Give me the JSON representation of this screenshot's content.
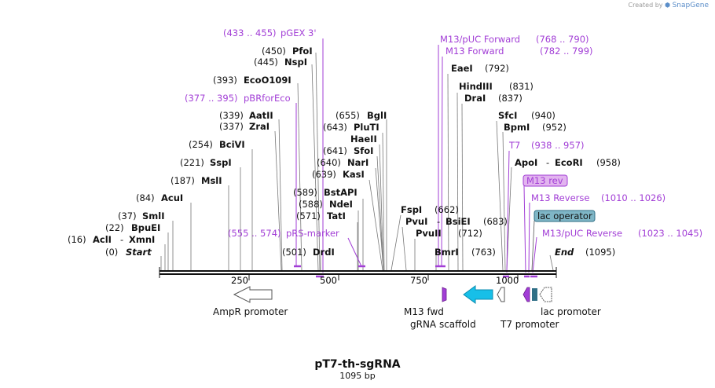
{
  "credit": {
    "prefix": "Created by",
    "brand": "SnapGene"
  },
  "plasmid": {
    "name": "pT7-th-sgRNA",
    "size_label": "1095 bp"
  },
  "ruler": {
    "ticks": [
      "250",
      "500",
      "750",
      "1000"
    ]
  },
  "sites_left": [
    {
      "pos": "(0)",
      "name": "Start"
    },
    {
      "pos": "(16)",
      "name": "AclI",
      "sep": "-",
      "name2": "XmnI"
    },
    {
      "pos": "(22)",
      "name": "BpuEI"
    },
    {
      "pos": "(37)",
      "name": "SmlI"
    },
    {
      "pos": "(84)",
      "name": "AcuI"
    },
    {
      "pos": "(187)",
      "name": "MslI"
    },
    {
      "pos": "(221)",
      "name": "SspI"
    },
    {
      "pos": "(254)",
      "name": "BciVI"
    },
    {
      "pos": "(337)",
      "name": "ZraI"
    },
    {
      "pos": "(339)",
      "name": "AatII"
    },
    {
      "pos": "(445)",
      "name": "NspI"
    },
    {
      "pos": "(450)",
      "name": "PfoI"
    },
    {
      "pos": "(393)",
      "name": "EcoO109I"
    }
  ],
  "sites_mid": [
    {
      "pos": "(655)",
      "name": "BglI"
    },
    {
      "pos": "(643)",
      "name": "PluTI"
    },
    {
      "name": "HaeII"
    },
    {
      "pos": "(641)",
      "name": "SfoI"
    },
    {
      "pos": "(640)",
      "name": "NarI"
    },
    {
      "pos": "(639)",
      "name": "KasI"
    },
    {
      "pos": "(589)",
      "name": "BstAPI"
    },
    {
      "pos": "(588)",
      "name": "NdeI"
    },
    {
      "pos": "(571)",
      "name": "TatI"
    },
    {
      "pos": "(501)",
      "name": "DrdI"
    }
  ],
  "sites_right": [
    {
      "name": "EaeI",
      "pos": "(792)"
    },
    {
      "name": "HindIII",
      "pos": "(831)"
    },
    {
      "name": "DraI",
      "pos": "(837)"
    },
    {
      "name": "SfcI",
      "pos": "(940)"
    },
    {
      "name": "BpmI",
      "pos": "(952)"
    },
    {
      "name": "ApoI",
      "sep": "-",
      "name2": "EcoRI",
      "pos": "(958)"
    },
    {
      "name": "FspI",
      "pos": "(662)"
    },
    {
      "name": "PvuI",
      "sep": "-",
      "name2": "BsiEI"
    },
    {
      "name": "PvuII",
      "pos": "(712)"
    },
    {
      "name": "BmrI",
      "pos": "(763)"
    },
    {
      "pos": "(683)"
    },
    {
      "name": "End",
      "pos": "(1095)"
    }
  ],
  "primers": [
    {
      "name": "pGEX 3'",
      "range": "(433 .. 455)"
    },
    {
      "name": "pBRforEco",
      "range": "(377 .. 395)"
    },
    {
      "name": "pRS-marker",
      "range": "(555 .. 574)"
    },
    {
      "name": "M13/pUC Forward",
      "range": "(768 .. 790)"
    },
    {
      "name": "M13 Forward",
      "range": "(782 .. 799)"
    },
    {
      "name": "T7",
      "range": "(938 .. 957)"
    },
    {
      "name": "M13 rev"
    },
    {
      "name": "M13 Reverse",
      "range": "(1010 .. 1026)"
    },
    {
      "name": "lac operator"
    },
    {
      "name": "M13/pUC Reverse",
      "range": "(1023 .. 1045)"
    }
  ],
  "features": {
    "ampr": "AmpR promoter",
    "m13fwd": "M13 fwd",
    "grna": "gRNA scaffold",
    "t7": "T7 promoter",
    "lac": "lac promoter"
  },
  "colors": {
    "primer": "#a23ed6",
    "grna": "#17bfe8",
    "lac_operator": "#7fb6c6",
    "m13rev_box": "#e2b4ef",
    "lac_box": "#2f6f86"
  }
}
